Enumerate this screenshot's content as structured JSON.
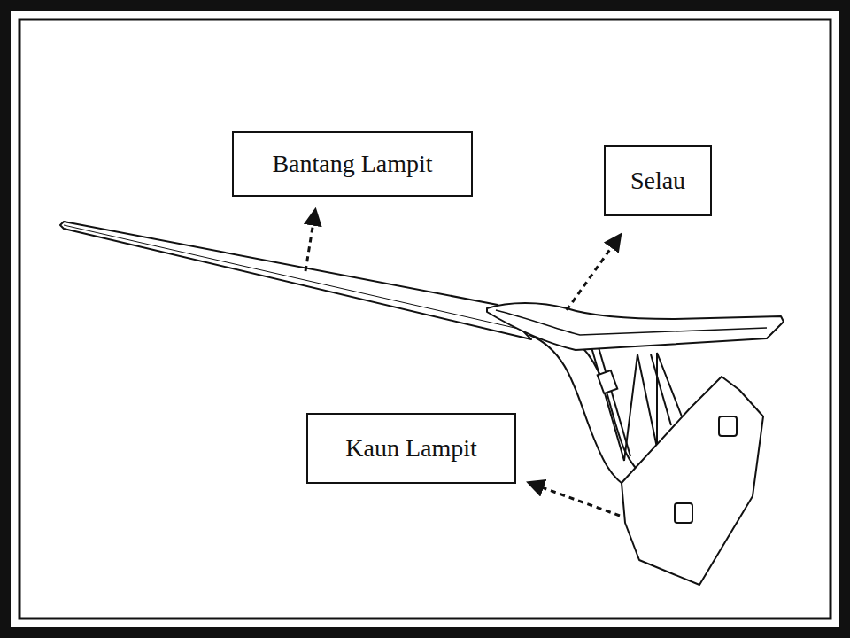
{
  "diagram": {
    "nodes": [
      {
        "text": [
          "Bantang Lampit"
        ]
      },
      {
        "text": [
          "Selau"
        ]
      },
      {
        "text": [
          "Kaun Lampit"
        ]
      }
    ]
  }
}
